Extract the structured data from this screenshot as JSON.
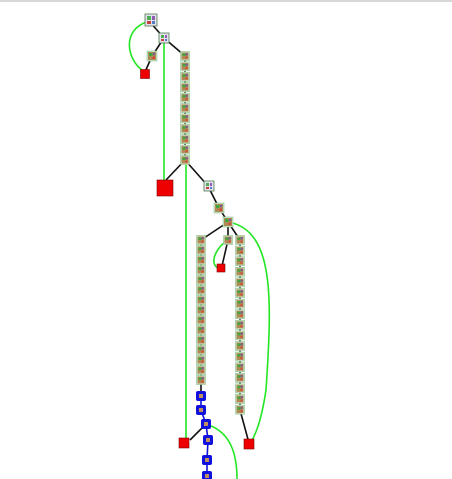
{
  "colors": {
    "background": "#ffffff",
    "green_edge": "#22e622",
    "black_edge": "#111111",
    "red_node": "#ee0000",
    "blue_node": "#1111dd",
    "thumb_node": "#b08a55",
    "thumb_accent": "#3fa63f"
  },
  "graph": {
    "node_types": [
      "thumbnail-node",
      "red-square-node",
      "blue-node"
    ],
    "edge_types": [
      "green-edge",
      "black-edge"
    ]
  }
}
